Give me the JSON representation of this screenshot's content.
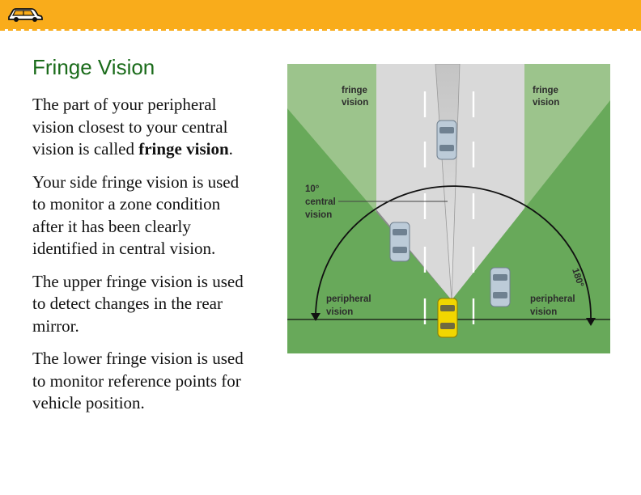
{
  "header": {
    "bar_color": "#f9ac1b",
    "logo_icon": "car-icon"
  },
  "slide": {
    "title": "Fringe Vision",
    "title_color": "#1a6b1a",
    "paragraphs": [
      {
        "text": "The part of your peripheral vision closest to your central vision is called ",
        "emphasis": "fringe vision",
        "suffix": "."
      },
      {
        "text": "Your side fringe vision is used to monitor a zone condition after it has been clearly identified in central vision."
      },
      {
        "text": "The upper fringe vision is used to detect changes in the rear mirror."
      },
      {
        "text": "The lower fringe vision is used to monitor reference points for vehicle position."
      }
    ]
  },
  "diagram": {
    "labels": {
      "fringe_left_1": "fringe",
      "fringe_left_2": "vision",
      "fringe_right_1": "fringe",
      "fringe_right_2": "vision",
      "central_1": "10°",
      "central_2": "central",
      "central_3": "vision",
      "angle": "180°",
      "peripheral_left_1": "peripheral",
      "peripheral_left_2": "vision",
      "peripheral_right_1": "peripheral",
      "peripheral_right_2": "vision"
    },
    "colors": {
      "fringe_green": "#9cc48c",
      "peripheral_green": "#68a95a",
      "road_light": "#d9d9d9",
      "road_dark": "#8b8b8c",
      "other_cars": "#bccbd8",
      "own_car": "#f2d600"
    }
  }
}
